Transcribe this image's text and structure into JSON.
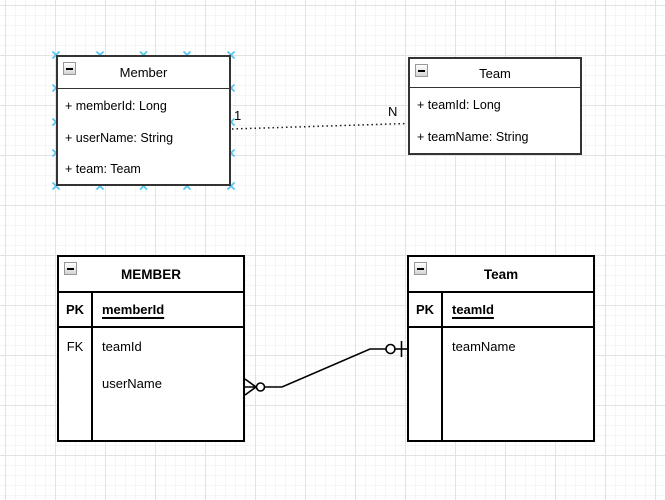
{
  "canvas": {
    "background": "#ffffff",
    "grid_minor_color": "#f5f5f5",
    "grid_major_color": "#e3e3e3"
  },
  "selection": {
    "handle_icon": "x-cross-icon",
    "color": "#52c5f2"
  },
  "uml_member": {
    "title": "Member",
    "collapse_icon": "minus-square-icon",
    "attributes": [
      "+ memberId: Long",
      "+ userName: String",
      "+ team: Team"
    ],
    "selected": true
  },
  "uml_team": {
    "title": "Team",
    "collapse_icon": "minus-square-icon",
    "attributes": [
      "+ teamId: Long",
      "+ teamName: String"
    ]
  },
  "uml_edge": {
    "style": "dotted",
    "source_label": "1",
    "target_label": "N"
  },
  "er_member": {
    "title": "MEMBER",
    "collapse_icon": "minus-square-icon",
    "rows": [
      {
        "key": "PK",
        "name": "memberId",
        "pk": true
      },
      {
        "key": "FK",
        "name": "teamId"
      },
      {
        "key": "",
        "name": "userName"
      }
    ]
  },
  "er_team": {
    "title": "Team",
    "collapse_icon": "minus-square-icon",
    "rows": [
      {
        "key": "PK",
        "name": "teamId",
        "pk": true
      },
      {
        "key": "",
        "name": "teamName"
      }
    ]
  },
  "er_edge": {
    "member_end": "zero-or-many-crowfoot-icon",
    "team_end": "zero-or-one-icon"
  },
  "edge_color": "#000000"
}
